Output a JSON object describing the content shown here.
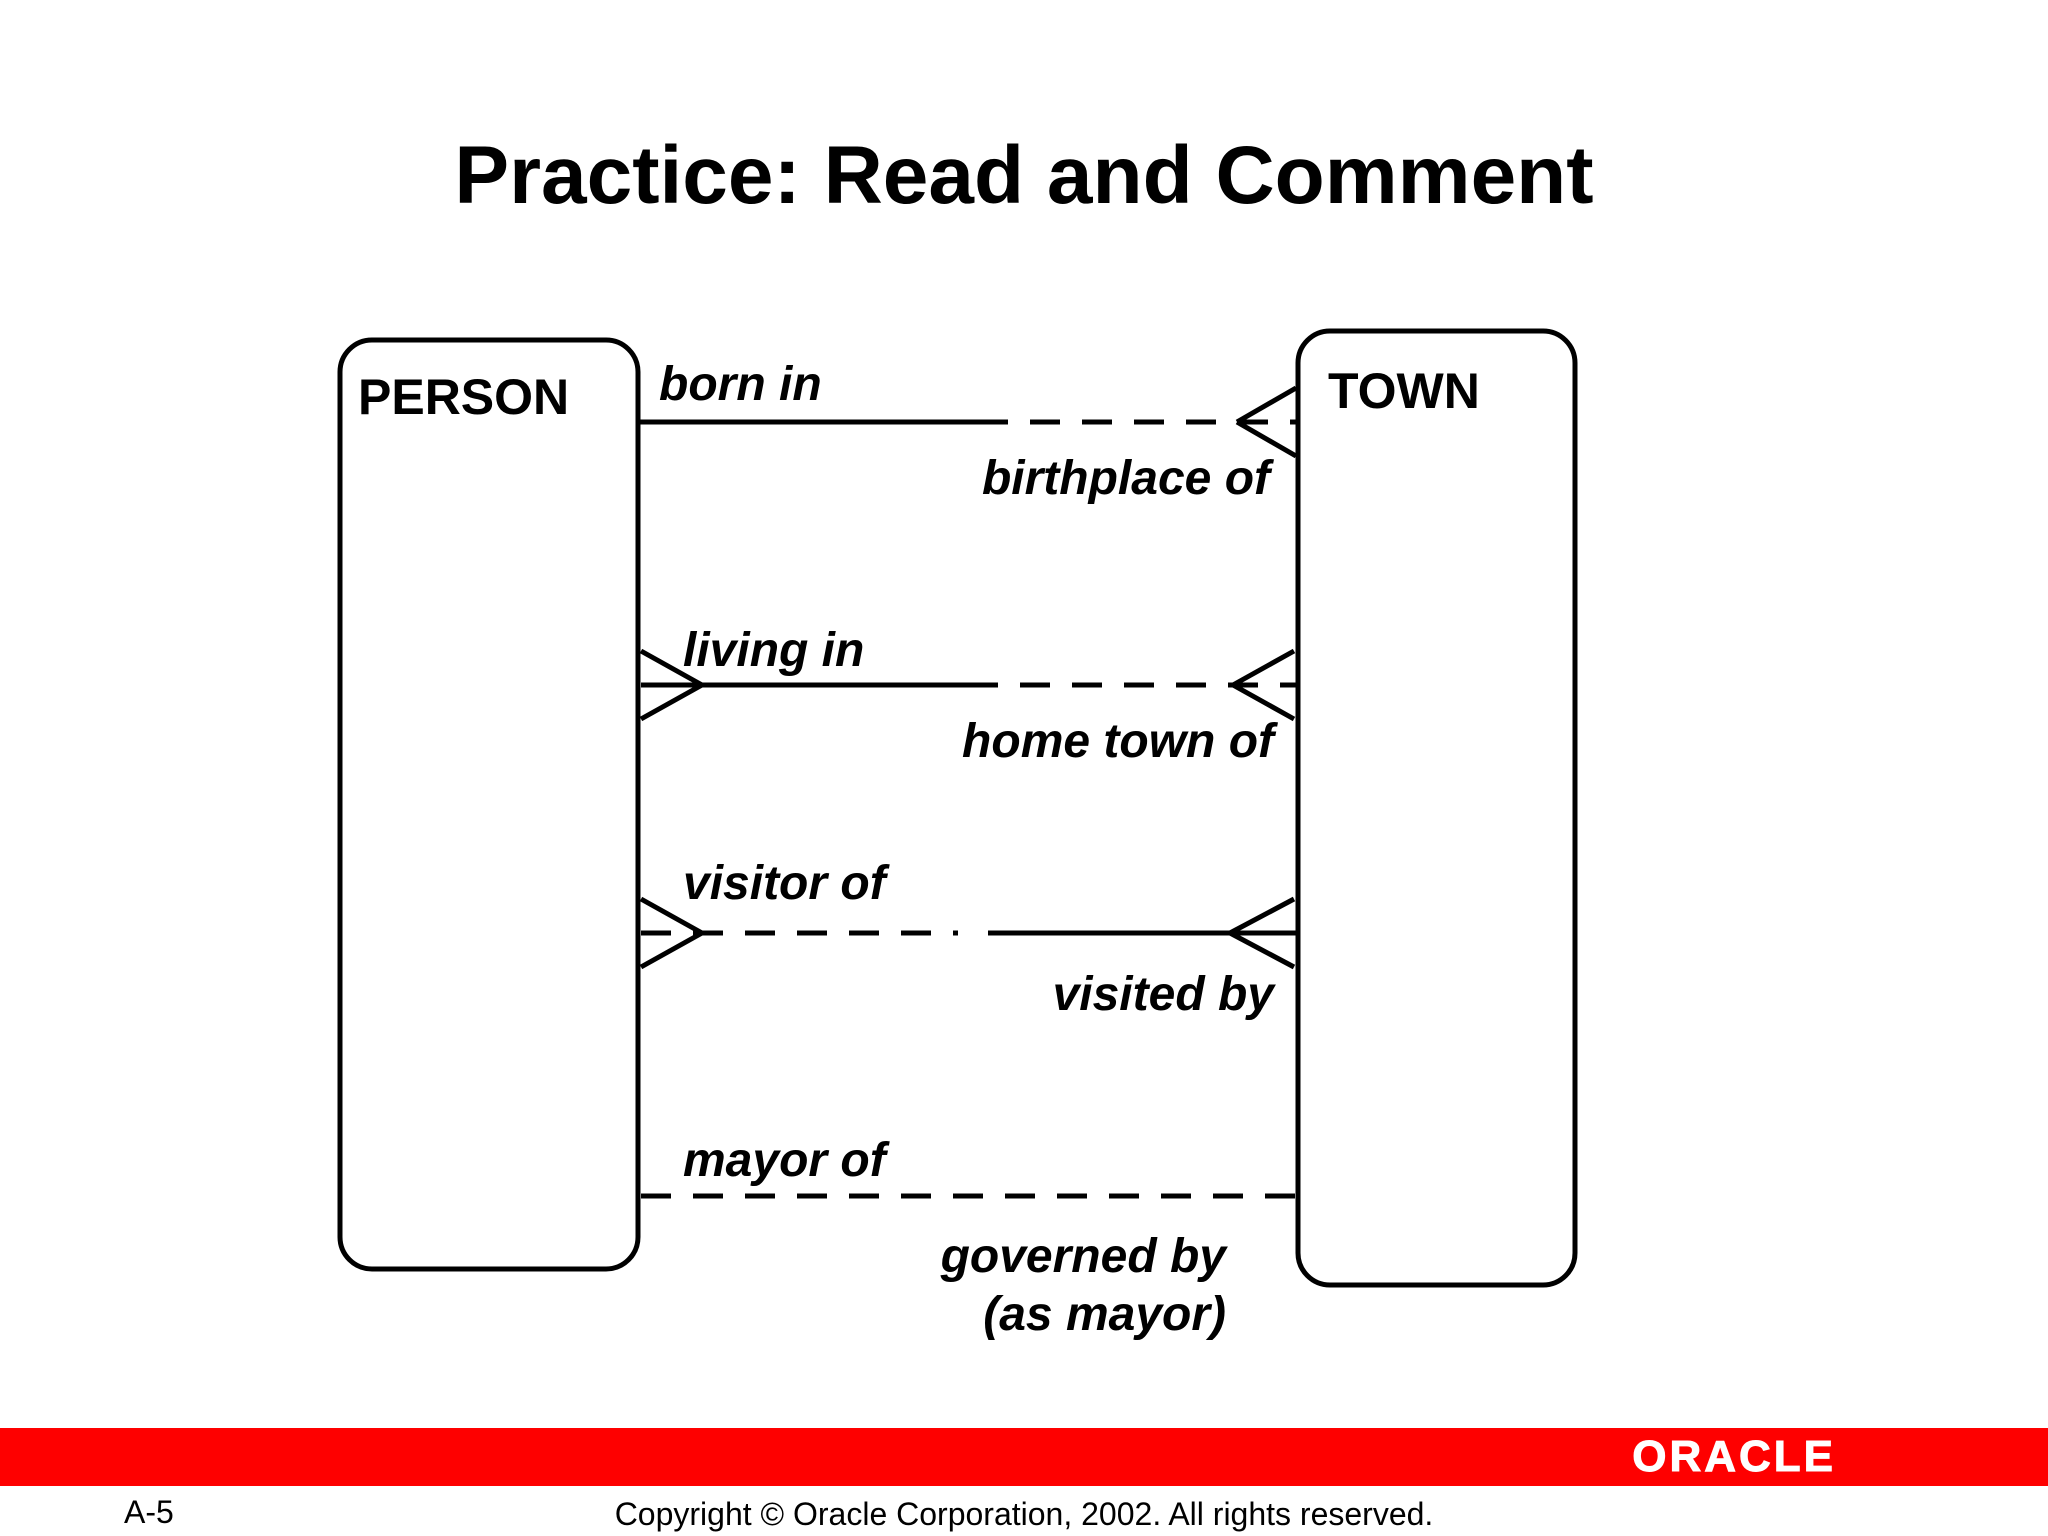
{
  "title": "Practice: Read and Comment",
  "entities": {
    "person": "PERSON",
    "town": "TOWN"
  },
  "relationships": [
    {
      "left_label": "born in",
      "right_label": "birthplace of"
    },
    {
      "left_label": "living in",
      "right_label": "home town of"
    },
    {
      "left_label": "visitor of",
      "right_label": "visited by"
    },
    {
      "left_label": "mayor of",
      "right_label_lines": [
        "governed by",
        "(as mayor)"
      ]
    }
  ],
  "footer": {
    "page_number": "A-5",
    "copyright": "Copyright © Oracle Corporation, 2002. All rights reserved.",
    "logo_text": "ORACLE",
    "bar_color": "#fe0000"
  }
}
